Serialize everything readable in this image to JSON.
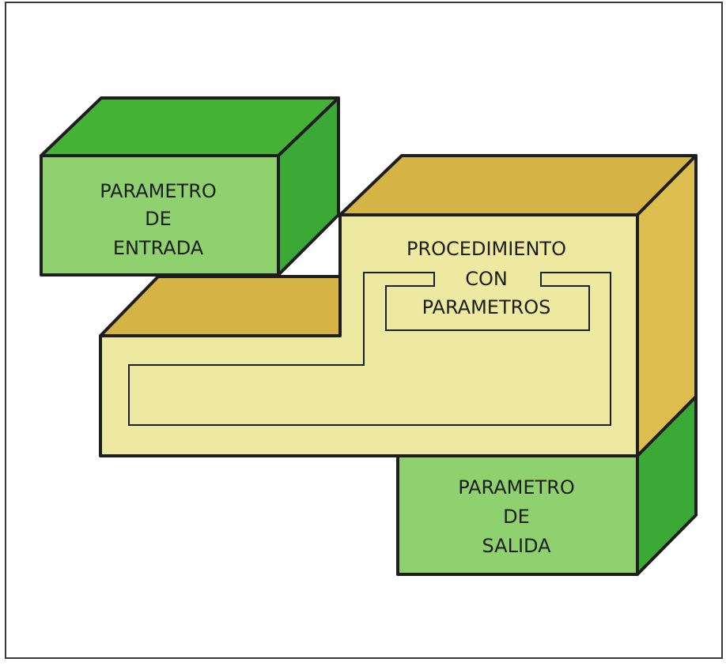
{
  "blocks": {
    "input": {
      "lines": [
        "PARAMETRO",
        "DE",
        "ENTRADA"
      ]
    },
    "procedure": {
      "lines": [
        "PROCEDIMIENTO",
        "CON",
        "PARAMETROS"
      ]
    },
    "output": {
      "lines": [
        "PARAMETRO",
        "DE",
        "SALIDA"
      ]
    }
  },
  "colors": {
    "frame": "#3a3a3a",
    "outline": "#1e1e1e",
    "green_front": "#8fd06f",
    "green_top": "#44b236",
    "green_side": "#3aa935",
    "yellow_front": "#eee9a0",
    "yellow_top": "#d5b344",
    "yellow_side": "#dcbd4d"
  }
}
